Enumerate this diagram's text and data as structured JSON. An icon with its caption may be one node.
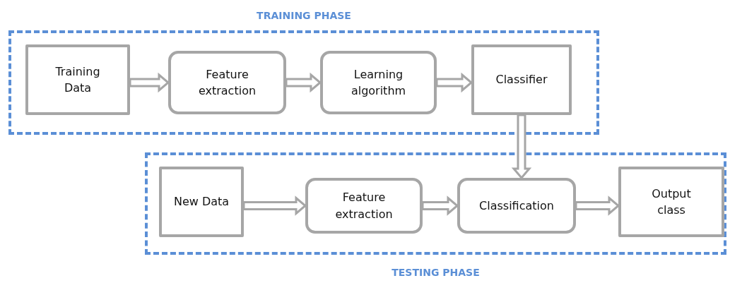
{
  "diagram": {
    "nodes": [
      {
        "text": [
          "TRAINING PHASE"
        ]
      },
      {
        "text": [
          "Training Data"
        ],
        "in": 0
      },
      {
        "text": [
          "Feature extraction"
        ],
        "in": 0
      },
      {
        "text": [
          "Learning algorithm"
        ],
        "in": 0
      },
      {
        "text": [
          "Classifier"
        ],
        "in": 0
      },
      {
        "text": [
          "TESTING PHASE"
        ]
      },
      {
        "text": [
          "New Data"
        ],
        "in": 5
      },
      {
        "text": [
          "Feature extraction"
        ],
        "in": 5
      },
      {
        "text": [
          "Classification"
        ],
        "in": 5
      },
      {
        "text": [
          "Output class"
        ],
        "in": 5
      }
    ],
    "edges": [
      {
        "from": 1,
        "to": 2,
        "arrow": "to"
      },
      {
        "from": 2,
        "to": 3,
        "arrow": "to"
      },
      {
        "from": 3,
        "to": 4,
        "arrow": "to"
      },
      {
        "from": 4,
        "to": 8,
        "arrow": "to"
      },
      {
        "from": 6,
        "to": 7,
        "arrow": "to"
      },
      {
        "from": 7,
        "to": 8,
        "arrow": "to"
      },
      {
        "from": 8,
        "to": 9,
        "arrow": "to"
      }
    ]
  }
}
